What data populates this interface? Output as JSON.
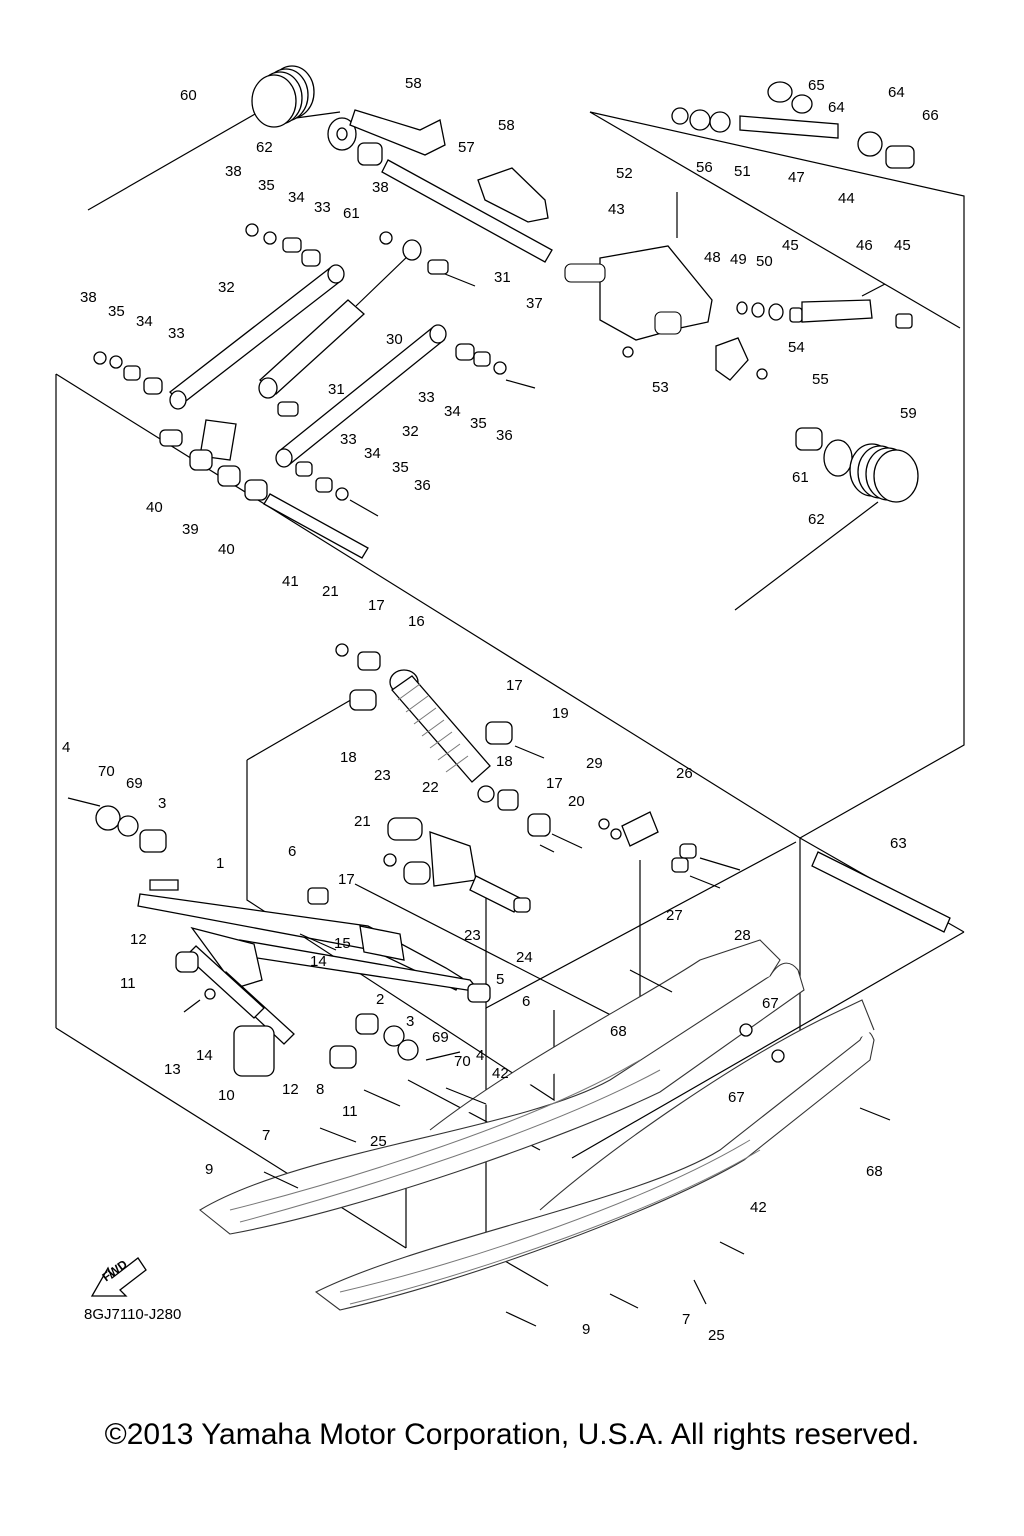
{
  "diagram_code": "8GJ7110-J280",
  "copyright": "©2013 Yamaha Motor Corporation, U.S.A. All rights reserved.",
  "fwd_label": "FWD",
  "callouts": [
    "60",
    "58",
    "58",
    "57",
    "62",
    "61",
    "38",
    "35",
    "34",
    "33",
    "38",
    "56",
    "51",
    "65",
    "64",
    "64",
    "66",
    "47",
    "52",
    "43",
    "44",
    "45",
    "46",
    "45",
    "48",
    "49",
    "50",
    "32",
    "31",
    "37",
    "38",
    "35",
    "34",
    "33",
    "30",
    "54",
    "53",
    "55",
    "31",
    "33",
    "34",
    "35",
    "36",
    "32",
    "59",
    "40",
    "39",
    "40",
    "33",
    "34",
    "35",
    "36",
    "61",
    "62",
    "41",
    "21",
    "17",
    "16",
    "17",
    "19",
    "18",
    "4",
    "70",
    "69",
    "3",
    "23",
    "22",
    "18",
    "17",
    "29",
    "26",
    "21",
    "20",
    "1",
    "6",
    "17",
    "63",
    "12",
    "15",
    "14",
    "23",
    "24",
    "27",
    "28",
    "11",
    "5",
    "6",
    "13",
    "14",
    "2",
    "3",
    "69",
    "70",
    "4",
    "10",
    "12",
    "8",
    "11",
    "42",
    "68",
    "67",
    "67",
    "7",
    "25",
    "9",
    "68",
    "42",
    "25",
    "7",
    "9"
  ]
}
